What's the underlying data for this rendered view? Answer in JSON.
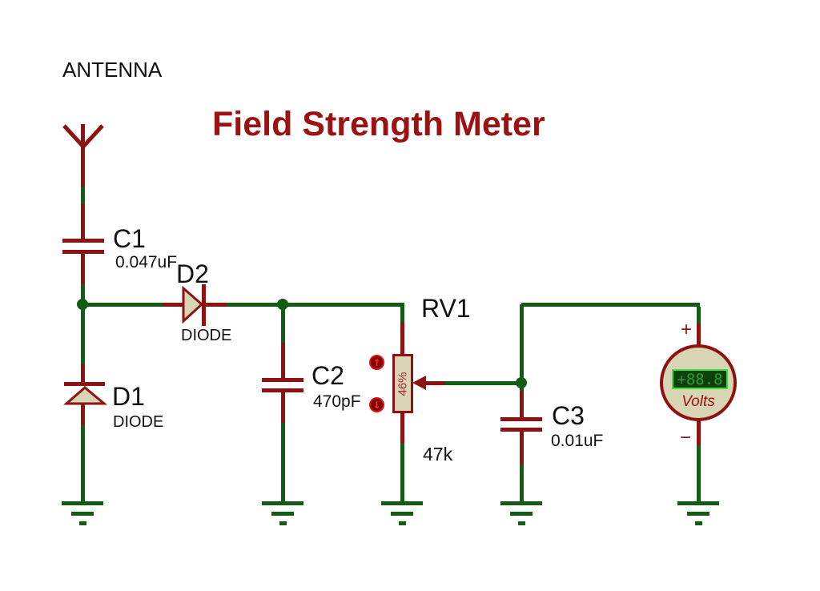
{
  "title": {
    "text": "Field Strength Meter"
  },
  "antenna": {
    "label": "ANTENNA"
  },
  "components": {
    "c1": {
      "ref": "C1",
      "value": "0.047uF"
    },
    "d2": {
      "ref": "D2",
      "value": "DIODE"
    },
    "d1": {
      "ref": "D1",
      "value": "DIODE"
    },
    "c2": {
      "ref": "C2",
      "value": "470pF"
    },
    "rv1": {
      "ref": "RV1",
      "value": "47k",
      "wiper_percent": "46%"
    },
    "c3": {
      "ref": "C3",
      "value": "0.01uF"
    }
  },
  "meter": {
    "reading": "+88.8",
    "unit": "Volts",
    "plus": "+",
    "minus": "−"
  },
  "pot_buttons": {
    "up": "↑",
    "down": "↓"
  },
  "colors": {
    "wire": "#135c13",
    "lead": "#8e1212",
    "body": "#d8d4b4",
    "title": "#9c1212",
    "label": "#111111",
    "display_bg": "#0d400d",
    "display_border": "#39e239",
    "display_text": "#2f9e2f",
    "button_bg": "#7d0707",
    "button_border": "#e01010",
    "button_arrow": "#ff3030",
    "pot_text": "#9e2b2b"
  }
}
